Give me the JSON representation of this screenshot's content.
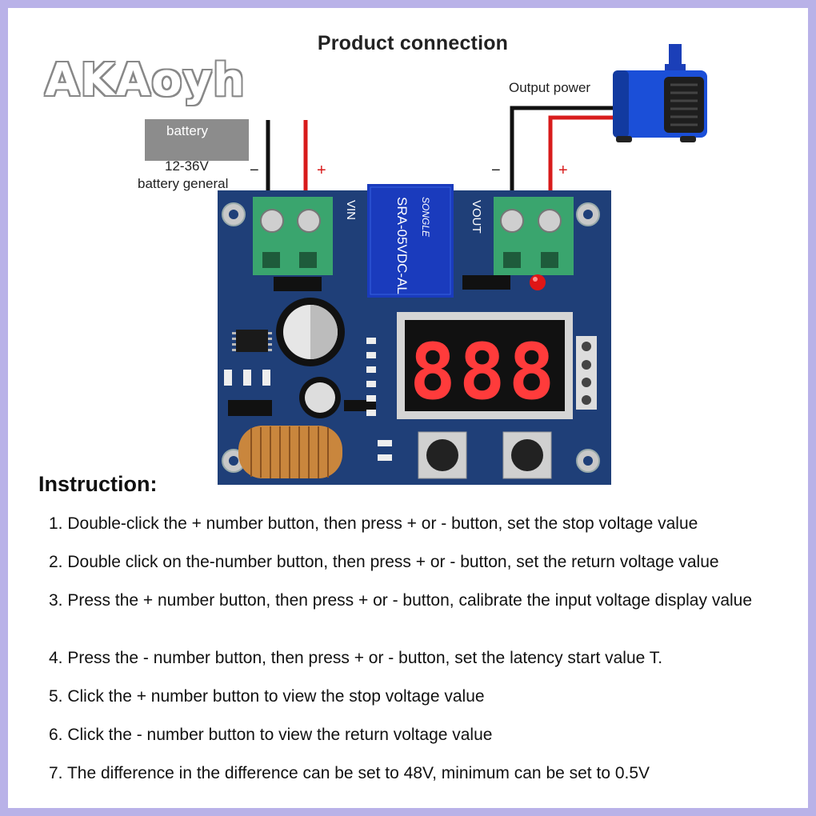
{
  "logo": {
    "text": "AKAoyh"
  },
  "title": "Product connection",
  "labels": {
    "battery": "battery",
    "battery_range_line1": "12-36V",
    "battery_range_line2": "battery general",
    "output_power": "Output power",
    "minus": "−",
    "plus": "+"
  },
  "board": {
    "relay_text": "SRA-05VDC-AL",
    "relay_brand": "SONGLE",
    "in_label": "VIN",
    "out_label": "VOUT",
    "display": "888"
  },
  "instructions": {
    "title": "Instruction:",
    "steps": [
      "1. Double-click the + number button, then press + or - button, set the stop voltage value",
      "2. Double click on the-number button, then press + or - button, set the return voltage value",
      "3. Press the + number button, then press + or - button, calibrate the input voltage display value",
      "4. Press the - number button, then press + or - button, set the latency start value T.",
      "5. Click the + number button to view the stop voltage value",
      "6. Click the - number button to view the return voltage value",
      "7. The difference in the difference can be set to 48V, minimum can be set to 0.5V"
    ]
  },
  "colors": {
    "frame": "#b9b2e8",
    "pcb": "#1f3f78",
    "terminal": "#3aa56e",
    "segment": "#ff3b3b",
    "wire_red": "#d81b1b",
    "pump": "#1b4fd8"
  }
}
